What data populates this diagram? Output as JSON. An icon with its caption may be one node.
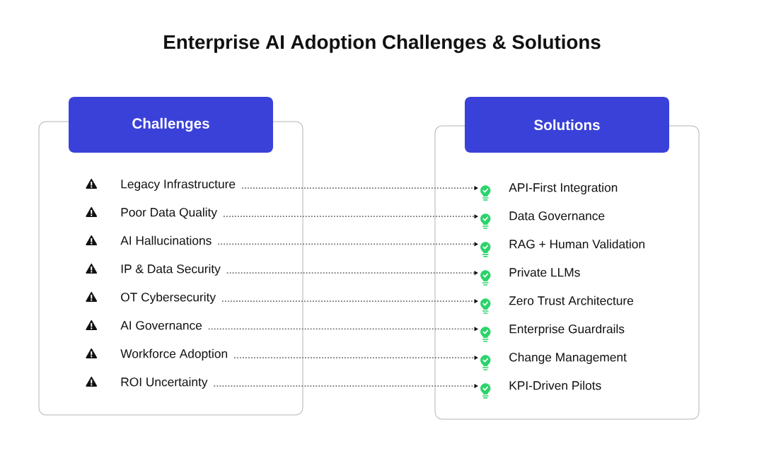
{
  "diagram": {
    "title": "Enterprise AI Adoption Challenges & Solutions",
    "nodes": [
      {
        "text": [],
        "shape": "box"
      },
      {
        "text": [
          "Challenges"
        ]
      },
      {
        "text": [
          "Legacy Infrastructure"
        ],
        "in": 0
      },
      {
        "text": [
          "Poor Data Quality"
        ],
        "in": 0
      },
      {
        "text": [
          "AI Hallucinations"
        ],
        "in": 0
      },
      {
        "text": [
          "IP & Data Security"
        ],
        "in": 0
      },
      {
        "text": [
          "OT Cybersecurity"
        ],
        "in": 0
      },
      {
        "text": [
          "AI Governance"
        ],
        "in": 0
      },
      {
        "text": [
          "Workforce Adoption"
        ],
        "in": 0
      },
      {
        "text": [
          "ROI Uncertainty"
        ],
        "in": 0
      },
      {
        "text": [],
        "shape": "box"
      },
      {
        "text": [
          "Solutions"
        ]
      },
      {
        "text": [
          "API-First Integration"
        ],
        "in": 10
      },
      {
        "text": [
          "Data Governance"
        ],
        "in": 10
      },
      {
        "text": [
          "RAG + Human Validation"
        ],
        "in": 10
      },
      {
        "text": [
          "Private LLMs"
        ],
        "in": 10
      },
      {
        "text": [
          "Zero Trust Architecture"
        ],
        "in": 10
      },
      {
        "text": [
          "Enterprise Guardrails"
        ],
        "in": 10
      },
      {
        "text": [
          "Change Management"
        ],
        "in": 10
      },
      {
        "text": [
          "KPI-Driven Pilots"
        ],
        "in": 10
      }
    ],
    "edges": [
      {
        "from": 2,
        "to": 12,
        "arrow": "to",
        "style": "dashed"
      },
      {
        "from": 3,
        "to": 13,
        "arrow": "to",
        "style": "dashed"
      },
      {
        "from": 4,
        "to": 14,
        "arrow": "to",
        "style": "dashed"
      },
      {
        "from": 5,
        "to": 15,
        "arrow": "to",
        "style": "dashed"
      },
      {
        "from": 6,
        "to": 16,
        "arrow": "to",
        "style": "dashed"
      },
      {
        "from": 7,
        "to": 17,
        "arrow": "to",
        "style": "dashed"
      },
      {
        "from": 8,
        "to": 18,
        "arrow": "to",
        "style": "dashed"
      },
      {
        "from": 9,
        "to": 19,
        "arrow": "to",
        "style": "dashed"
      }
    ]
  }
}
